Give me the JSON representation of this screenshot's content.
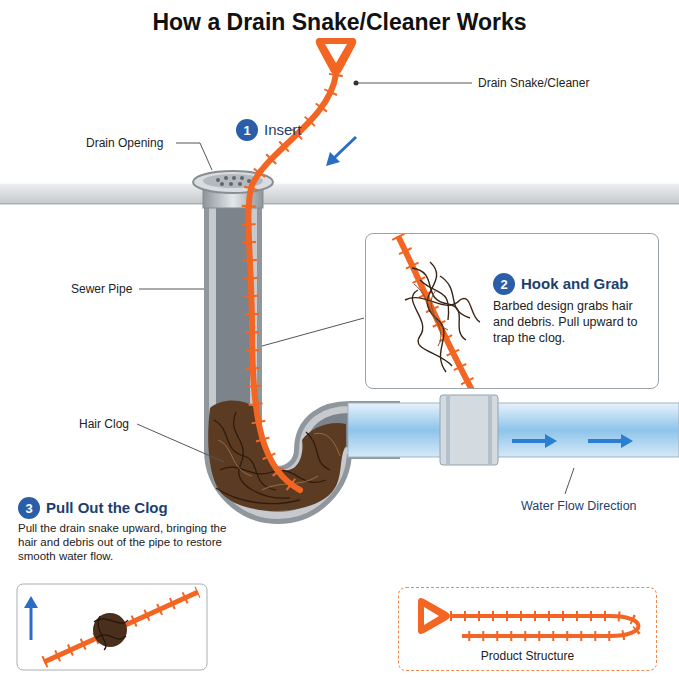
{
  "diagram": {
    "title": "How a Drain Snake/Cleaner Works",
    "nodes": [
      {
        "text": [
          "1"
        ]
      },
      {
        "text": [
          "Hook and Grab",
          "Barbed design grabs hair and debris. Pull upward to trap the clog."
        ]
      },
      {
        "text": [
          "2"
        ],
        "in": 1
      },
      {
        "text": [
          "3"
        ]
      },
      {
        "text": [
          "Product Structure"
        ]
      }
    ],
    "labels": [
      "Drain Snake/Cleaner",
      "Insert",
      "Drain Opening",
      "Sewer Pipe",
      "Hair Clog",
      "Water Flow Direction",
      "Pull Out the Clog",
      "Pull the drain snake upward, bringing the hair and debris out of the pipe to restore smooth water flow."
    ]
  }
}
